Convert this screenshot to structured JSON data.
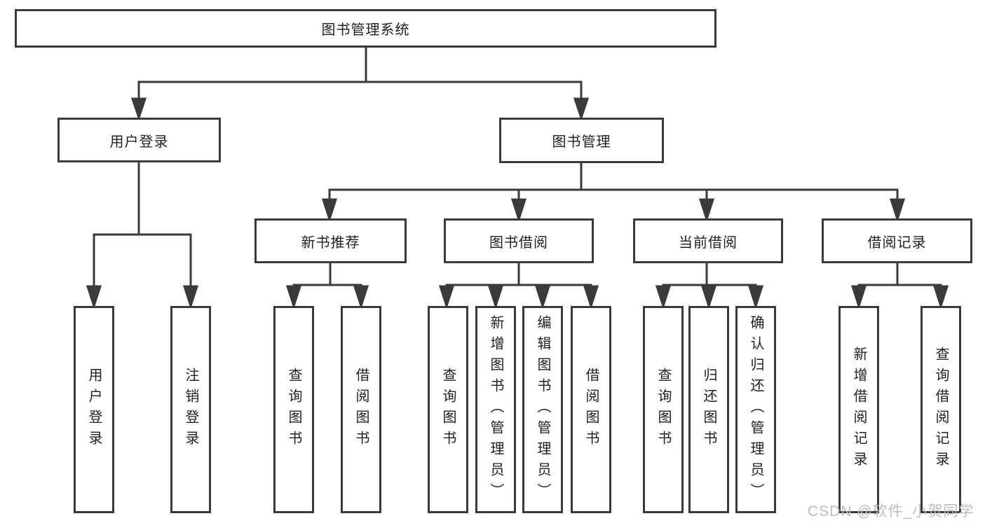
{
  "diagram": {
    "root": {
      "label": "图书管理系统"
    },
    "branches": {
      "login": {
        "label": "用户登录",
        "leaves": [
          "用户登录",
          "注销登录"
        ]
      },
      "management": {
        "label": "图书管理",
        "groups": [
          {
            "label": "新书推荐",
            "leaves": [
              "查询图书",
              "借阅图书"
            ]
          },
          {
            "label": "图书借阅",
            "leaves": [
              "查询图书",
              "新增图书（管理员）",
              "编辑图书（管理员）",
              "借阅图书"
            ]
          },
          {
            "label": "当前借阅",
            "leaves": [
              "查询图书",
              "归还图书",
              "确认归还（管理员）"
            ]
          },
          {
            "label": "借阅记录",
            "leaves": [
              "新增借阅记录",
              "查询借阅记录"
            ]
          }
        ]
      }
    }
  },
  "watermark": "CSDN @软件_小贺同学",
  "colors": {
    "line": "#3a3a3a",
    "text": "#212121",
    "background": "#ffffff",
    "watermark": "#bdbdbd"
  }
}
